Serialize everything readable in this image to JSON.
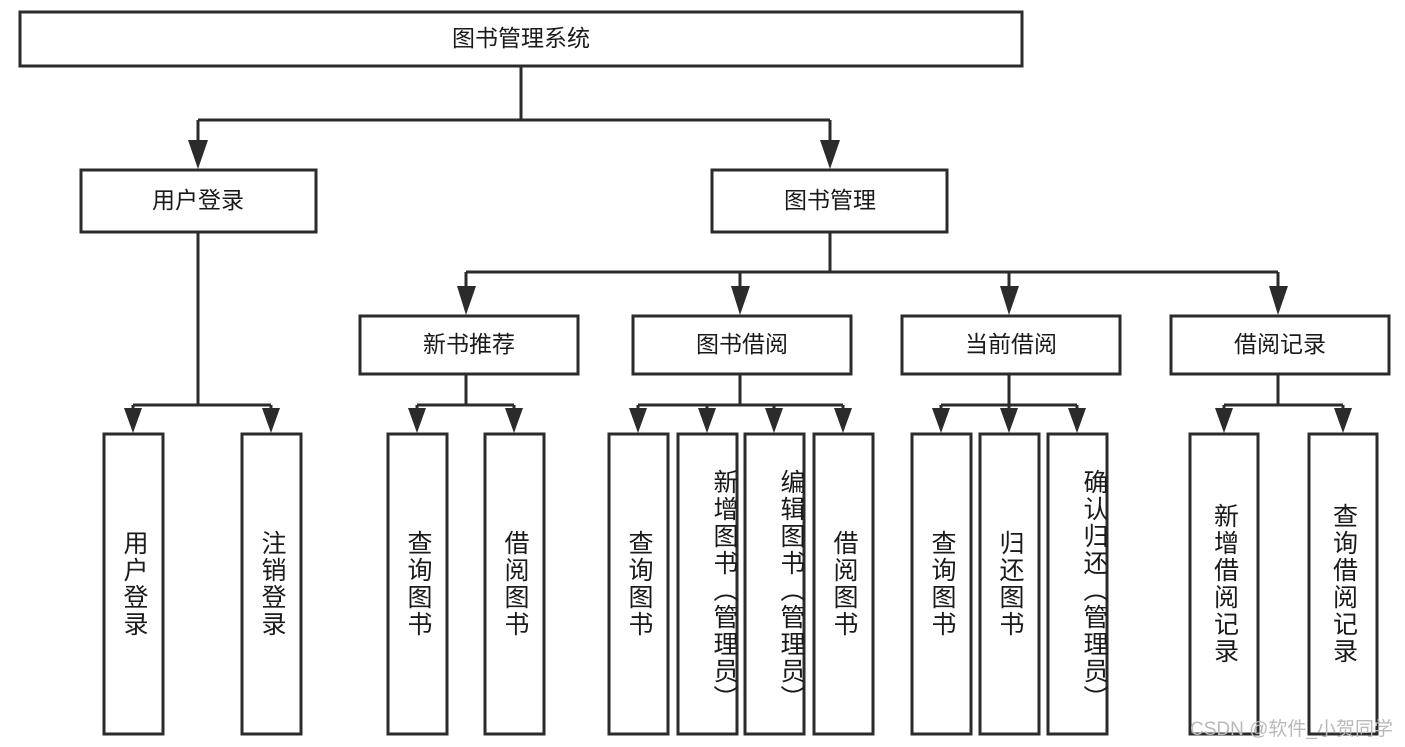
{
  "diagram": {
    "type": "tree-hierarchy",
    "title_node": {
      "label": "图书管理系统"
    },
    "level2": [
      {
        "id": "user-login",
        "label": "用户登录"
      },
      {
        "id": "book-manage",
        "label": "图书管理"
      }
    ],
    "level3": [
      {
        "id": "new-book-recommend",
        "label": "新书推荐"
      },
      {
        "id": "book-borrow",
        "label": "图书借阅"
      },
      {
        "id": "current-borrow",
        "label": "当前借阅"
      },
      {
        "id": "borrow-record",
        "label": "借阅记录"
      }
    ],
    "leaves": {
      "user_login": [
        {
          "id": "leaf-user-login",
          "label": "用户登录"
        },
        {
          "id": "leaf-logout-login",
          "label": "注销登录"
        }
      ],
      "new_book_recommend": [
        {
          "id": "leaf-query-book-1",
          "label": "查询图书"
        },
        {
          "id": "leaf-borrow-book-1",
          "label": "借阅图书"
        }
      ],
      "book_borrow": [
        {
          "id": "leaf-query-book-2",
          "label": "查询图书"
        },
        {
          "id": "leaf-add-book",
          "label": "新增图书（管理员）"
        },
        {
          "id": "leaf-edit-book",
          "label": "编辑图书（管理员）"
        },
        {
          "id": "leaf-borrow-book-2",
          "label": "借阅图书"
        }
      ],
      "current_borrow": [
        {
          "id": "leaf-query-book-3",
          "label": "查询图书"
        },
        {
          "id": "leaf-return-book",
          "label": "归还图书"
        },
        {
          "id": "leaf-confirm-return",
          "label": "确认归还（管理员）"
        }
      ],
      "borrow_record": [
        {
          "id": "leaf-add-borrow-record",
          "label": "新增借阅记录"
        },
        {
          "id": "leaf-query-borrow-record",
          "label": "查询借阅记录"
        }
      ]
    }
  },
  "watermark": {
    "text": "CSDN @软件_小贺同学"
  },
  "colors": {
    "stroke": "#2b2b2b",
    "background": "#ffffff",
    "text": "#1a1a1a",
    "watermark": "#b9b9b9"
  }
}
